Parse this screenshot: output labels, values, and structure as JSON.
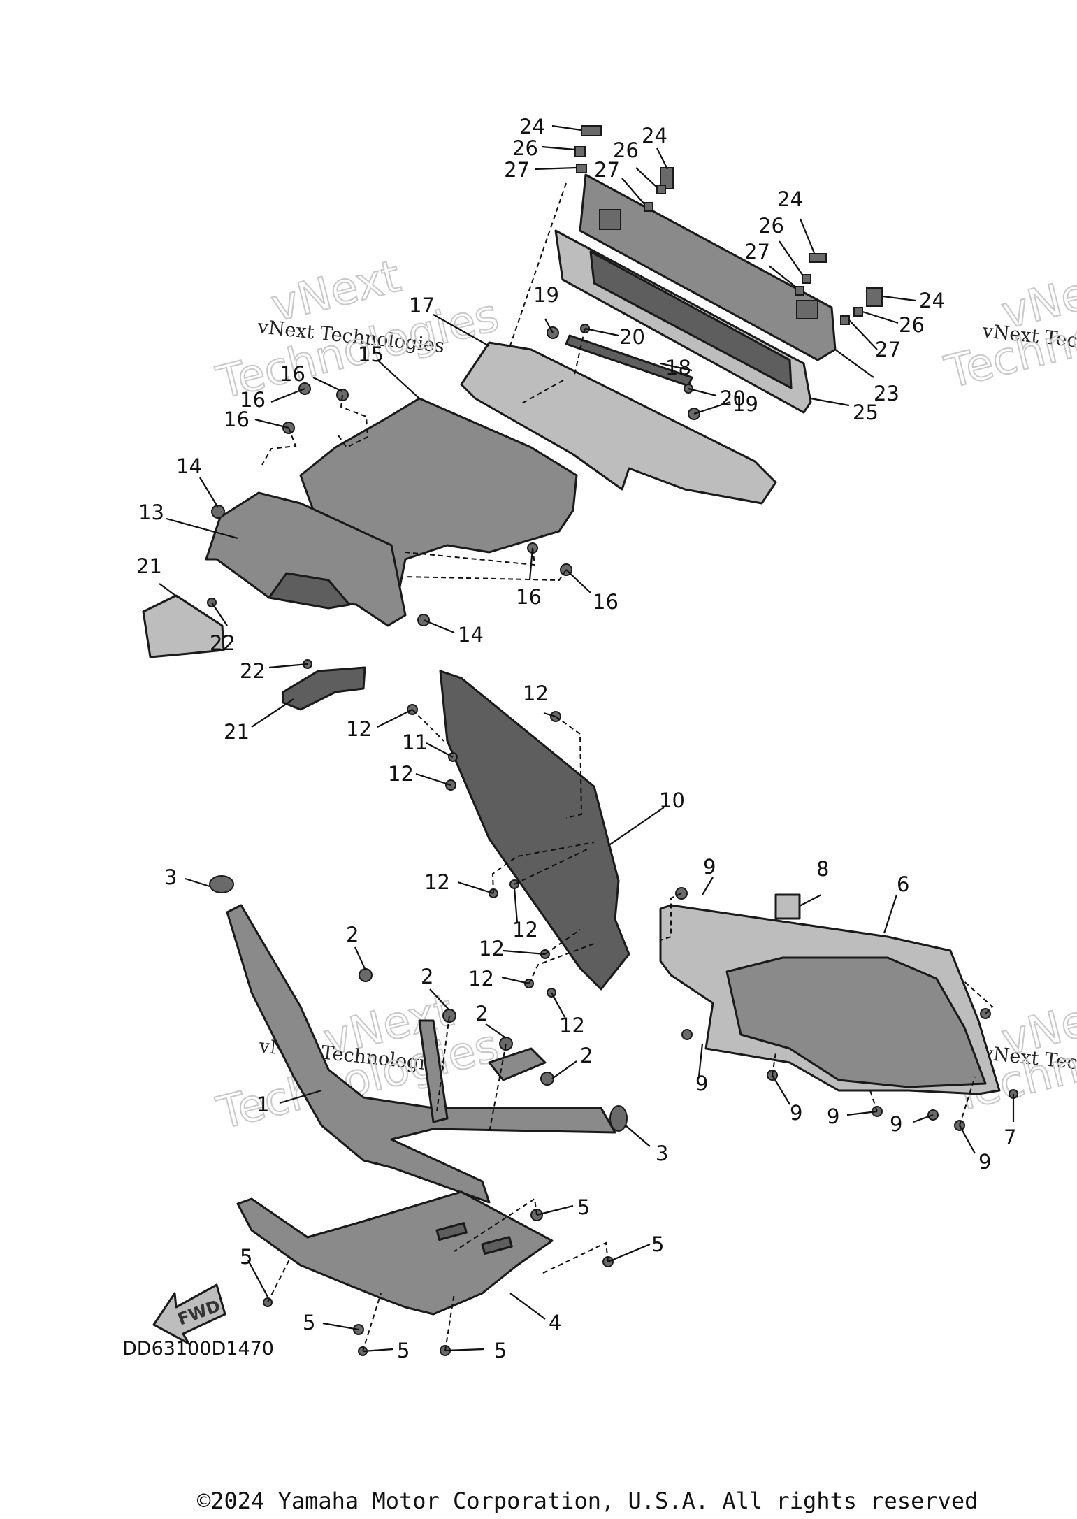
{
  "diagram_code": "DD63100D1470",
  "copyright": "©2024 Yamaha Motor Corporation, U.S.A. All rights reserved",
  "watermark": {
    "line1": "vNext Technologies",
    "line2": "Technologies",
    "big_top": "vNext"
  },
  "fwd_label": "FWD",
  "callouts": {
    "n1": "1",
    "n2": "2",
    "n3": "3",
    "n4": "4",
    "n5": "5",
    "n6": "6",
    "n7": "7",
    "n8": "8",
    "n9": "9",
    "n10": "10",
    "n11": "11",
    "n12": "12",
    "n13": "13",
    "n14": "14",
    "n15": "15",
    "n16": "16",
    "n17": "17",
    "n18": "18",
    "n19": "19",
    "n20": "20",
    "n21": "21",
    "n22": "22",
    "n23": "23",
    "n24": "24",
    "n25": "25",
    "n26": "26",
    "n27": "27"
  }
}
